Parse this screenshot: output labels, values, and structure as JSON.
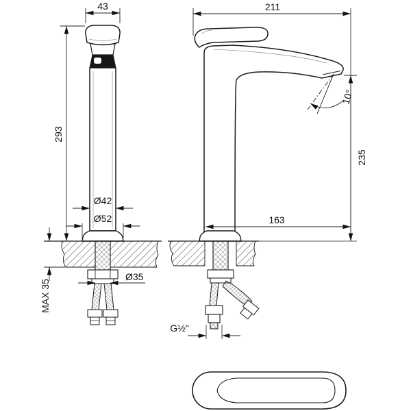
{
  "drawing": {
    "type": "technical-drawing",
    "subject": "single-lever tall basin mixer faucet, front and side elevation with handle top view",
    "dimensions": {
      "handle_width": "43",
      "overall_depth": "211",
      "body_height": "293",
      "spout_height": "235",
      "stream_angle": "10°",
      "body_diameter": "Ø42",
      "base_diameter": "Ø52",
      "spout_reach": "163",
      "mounting_hole_diameter": "Ø35",
      "max_deck_thickness": "MAX 35",
      "connection_thread": "G½\""
    }
  }
}
